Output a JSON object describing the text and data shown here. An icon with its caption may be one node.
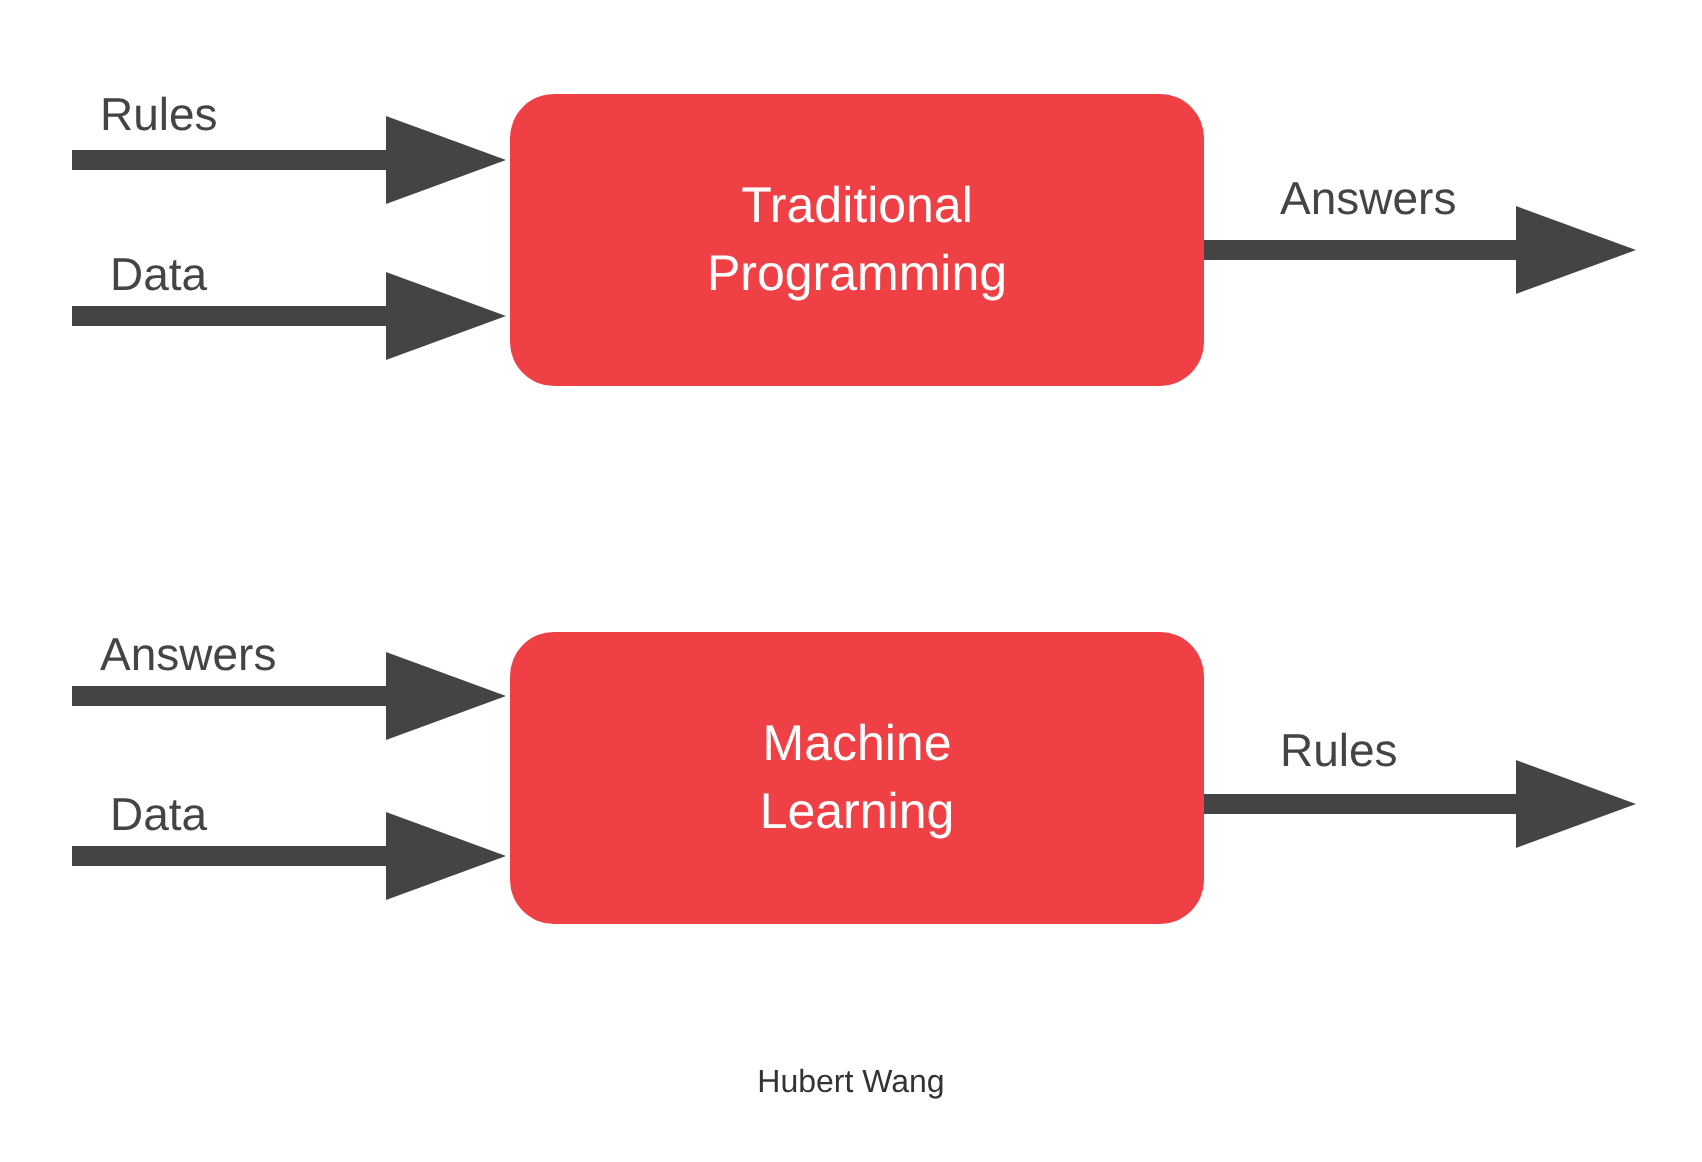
{
  "diagram": {
    "caption": "Hubert Wang",
    "nodes": [
      {
        "text": [
          "Traditional Programming"
        ]
      },
      {
        "text": [
          "Machine Learning"
        ]
      }
    ],
    "edges": [
      {
        "from": null,
        "to": 0,
        "arrow": "to",
        "label": "Rules"
      },
      {
        "from": null,
        "to": 0,
        "arrow": "to",
        "label": "Data"
      },
      {
        "from": 0,
        "to": null,
        "arrow": "to",
        "label": "Answers"
      },
      {
        "from": null,
        "to": 1,
        "arrow": "to",
        "label": "Answers"
      },
      {
        "from": null,
        "to": 1,
        "arrow": "to",
        "label": "Data"
      },
      {
        "from": 1,
        "to": null,
        "arrow": "to",
        "label": "Rules"
      }
    ]
  }
}
